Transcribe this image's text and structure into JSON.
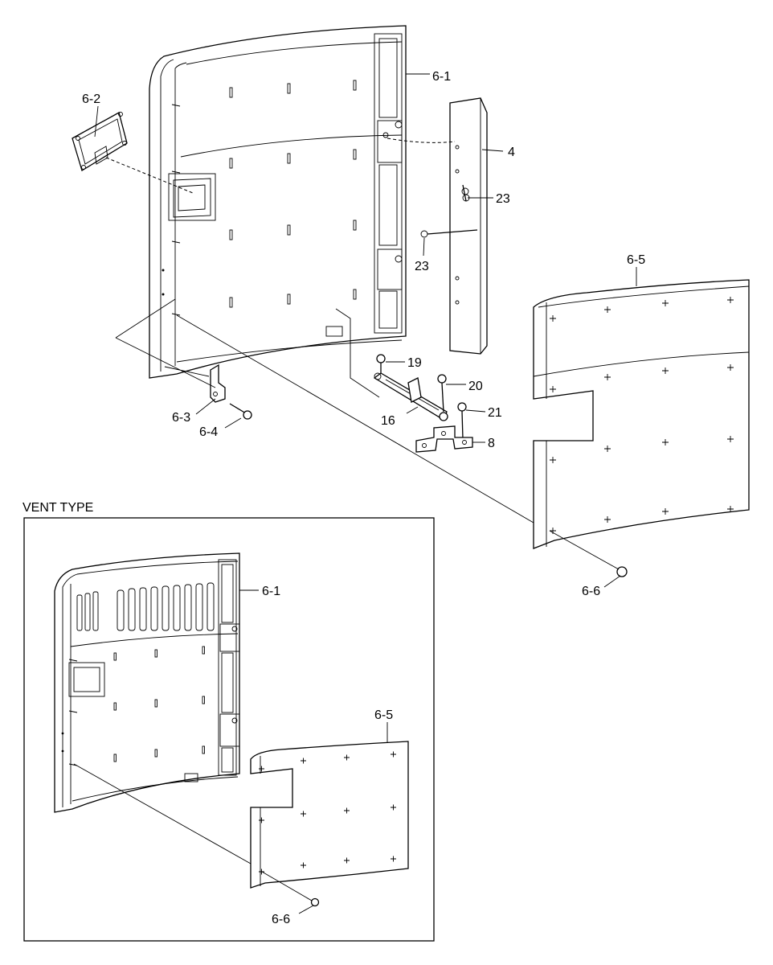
{
  "inset": {
    "title": "VENT TYPE"
  },
  "callouts": {
    "c61": "6-1",
    "c62": "6-2",
    "c4": "4",
    "c23a": "23",
    "c23b": "23",
    "c65": "6-5",
    "c19": "19",
    "c20": "20",
    "c21": "21",
    "c16": "16",
    "c8": "8",
    "c63": "6-3",
    "c64": "6-4",
    "c66": "6-6",
    "v61": "6-1",
    "v65": "6-5",
    "v66": "6-6"
  }
}
